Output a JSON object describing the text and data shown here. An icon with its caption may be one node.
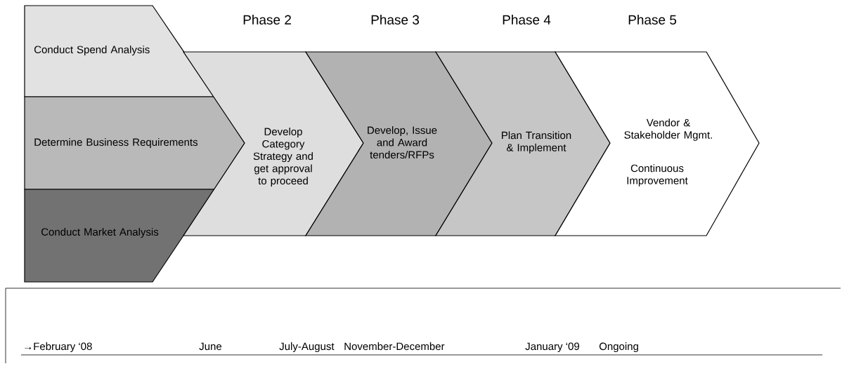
{
  "diagram": {
    "nodes": [
      {
        "text": [
          "Conduct Spend Analysis"
        ]
      },
      {
        "text": [
          "Determine Business Requirements"
        ]
      },
      {
        "text": [
          "Conduct Market Analysis"
        ]
      },
      {
        "text": [
          "Develop Category Strategy and get approval to proceed"
        ],
        "beside": [
          "Phase 2"
        ]
      },
      {
        "text": [
          "Develop, Issue and Award tenders/RFPs"
        ],
        "beside": [
          "Phase 3"
        ]
      },
      {
        "text": [
          "Plan Transition & Implement"
        ],
        "beside": [
          "Phase 4"
        ]
      },
      {
        "text": [
          "Vendor & Stakeholder Mgmt.",
          "Continuous Improvement"
        ],
        "beside": [
          "Phase 5"
        ]
      },
      {
        "text": [
          "→February ‘08",
          "June",
          "July-August",
          "November-December",
          "January ‘09",
          "Ongoing"
        ]
      }
    ]
  }
}
